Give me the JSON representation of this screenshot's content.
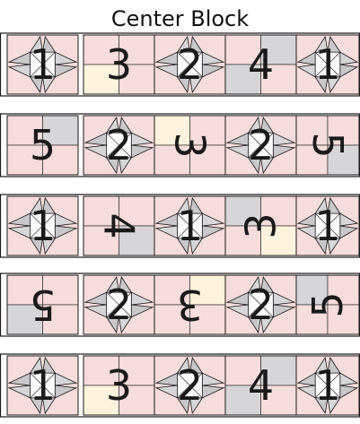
{
  "title": "Center Block",
  "palette": {
    "pink": "#f6dcdc",
    "grey": "#d6d6d8",
    "cream": "#fdf3dc",
    "white": "#fdfbfb",
    "star": "#c8c8ca",
    "line": "#1a1a1a"
  },
  "rows": [
    {
      "cells": [
        {
          "kind": "star",
          "label": "1",
          "rot": 0
        },
        {
          "kind": "plain",
          "label": "3",
          "rot": 0,
          "tiles": [
            "pink",
            "pink",
            "cream",
            "pink"
          ]
        },
        {
          "kind": "star",
          "label": "2",
          "rot": 0
        },
        {
          "kind": "plain",
          "label": "4",
          "rot": 0,
          "tiles": [
            "pink",
            "grey",
            "grey",
            "pink"
          ]
        },
        {
          "kind": "star",
          "label": "1",
          "rot": 0
        }
      ]
    },
    {
      "cells": [
        {
          "kind": "plain",
          "label": "5",
          "rot": 0,
          "tiles": [
            "pink",
            "grey",
            "pink",
            "pink"
          ]
        },
        {
          "kind": "star",
          "label": "2",
          "rot": 0
        },
        {
          "kind": "plain",
          "label": "3",
          "rot": 90,
          "tiles": [
            "cream",
            "pink",
            "pink",
            "pink"
          ]
        },
        {
          "kind": "star",
          "label": "2",
          "rot": 0
        },
        {
          "kind": "plain",
          "label": "5",
          "rot": 90,
          "tiles": [
            "pink",
            "pink",
            "pink",
            "grey"
          ]
        }
      ]
    },
    {
      "cells": [
        {
          "kind": "star",
          "label": "1",
          "rot": 0
        },
        {
          "kind": "plain",
          "label": "4",
          "rot": 90,
          "tiles": [
            "pink",
            "pink",
            "pink",
            "grey"
          ]
        },
        {
          "kind": "star",
          "label": "1",
          "rot": 0
        },
        {
          "kind": "plain",
          "label": "3",
          "rot": -90,
          "tiles": [
            "grey",
            "pink",
            "pink",
            "cream"
          ]
        },
        {
          "kind": "star",
          "label": "1",
          "rot": 0
        }
      ]
    },
    {
      "cells": [
        {
          "kind": "plain",
          "label": "5",
          "rot": 180,
          "tiles": [
            "pink",
            "pink",
            "grey",
            "pink"
          ]
        },
        {
          "kind": "star",
          "label": "2",
          "rot": 0
        },
        {
          "kind": "plain",
          "label": "3",
          "rot": 180,
          "tiles": [
            "pink",
            "cream",
            "pink",
            "pink"
          ]
        },
        {
          "kind": "star",
          "label": "2",
          "rot": 0
        },
        {
          "kind": "plain",
          "label": "5",
          "rot": -90,
          "tiles": [
            "grey",
            "pink",
            "pink",
            "pink"
          ]
        }
      ]
    },
    {
      "cells": [
        {
          "kind": "star",
          "label": "1",
          "rot": 0
        },
        {
          "kind": "plain",
          "label": "3",
          "rot": 0,
          "tiles": [
            "pink",
            "pink",
            "cream",
            "pink"
          ]
        },
        {
          "kind": "star",
          "label": "2",
          "rot": 0
        },
        {
          "kind": "plain",
          "label": "4",
          "rot": 0,
          "tiles": [
            "pink",
            "grey",
            "grey",
            "pink"
          ]
        },
        {
          "kind": "star",
          "label": "1",
          "rot": 0
        }
      ]
    }
  ]
}
